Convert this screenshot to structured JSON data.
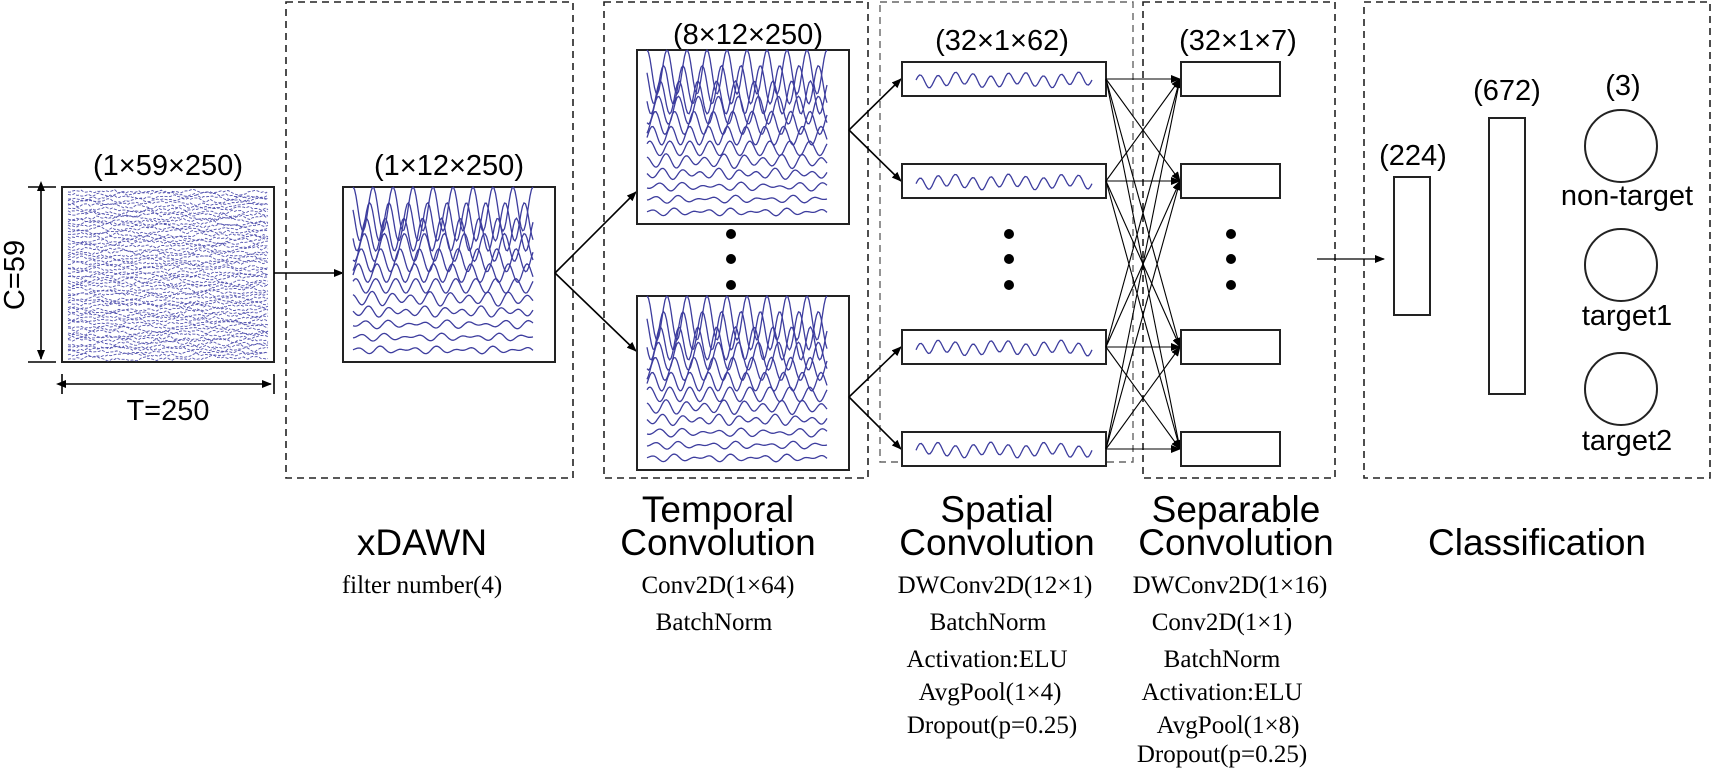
{
  "input": {
    "shape": "(1×59×250)",
    "channels_label": "C=59",
    "time_label": "T=250"
  },
  "xdawn": {
    "shape": "(1×12×250)",
    "title": "xDAWN",
    "ops": [
      "filter number(4)"
    ]
  },
  "temporal": {
    "shape": "(8×12×250)",
    "title_line1": "Temporal",
    "title_line2": "Convolution",
    "ops": [
      "Conv2D(1×64)",
      "BatchNorm"
    ]
  },
  "spatial": {
    "shape": "(32×1×62)",
    "title_line1": "Spatial",
    "title_line2": "Convolution",
    "ops": [
      "DWConv2D(12×1)",
      "BatchNorm",
      "Activation:ELU",
      "AvgPool(1×4)",
      "Dropout(p=0.25)"
    ]
  },
  "separable": {
    "shape": "(32×1×7)",
    "title_line1": "Separable",
    "title_line2": "Convolution",
    "ops": [
      "DWConv2D(1×16)",
      "Conv2D(1×1)",
      "BatchNorm",
      "Activation:ELU",
      "AvgPool(1×8)",
      "Dropout(p=0.25)"
    ]
  },
  "classification": {
    "title": "Classification",
    "flatten_shape": "(224)",
    "dense_shape": "(672)",
    "output_shape": "(3)",
    "classes": [
      "non-target",
      "target1",
      "target2"
    ]
  },
  "colors": {
    "signal": "#3d3d9e",
    "line": "#000000"
  }
}
